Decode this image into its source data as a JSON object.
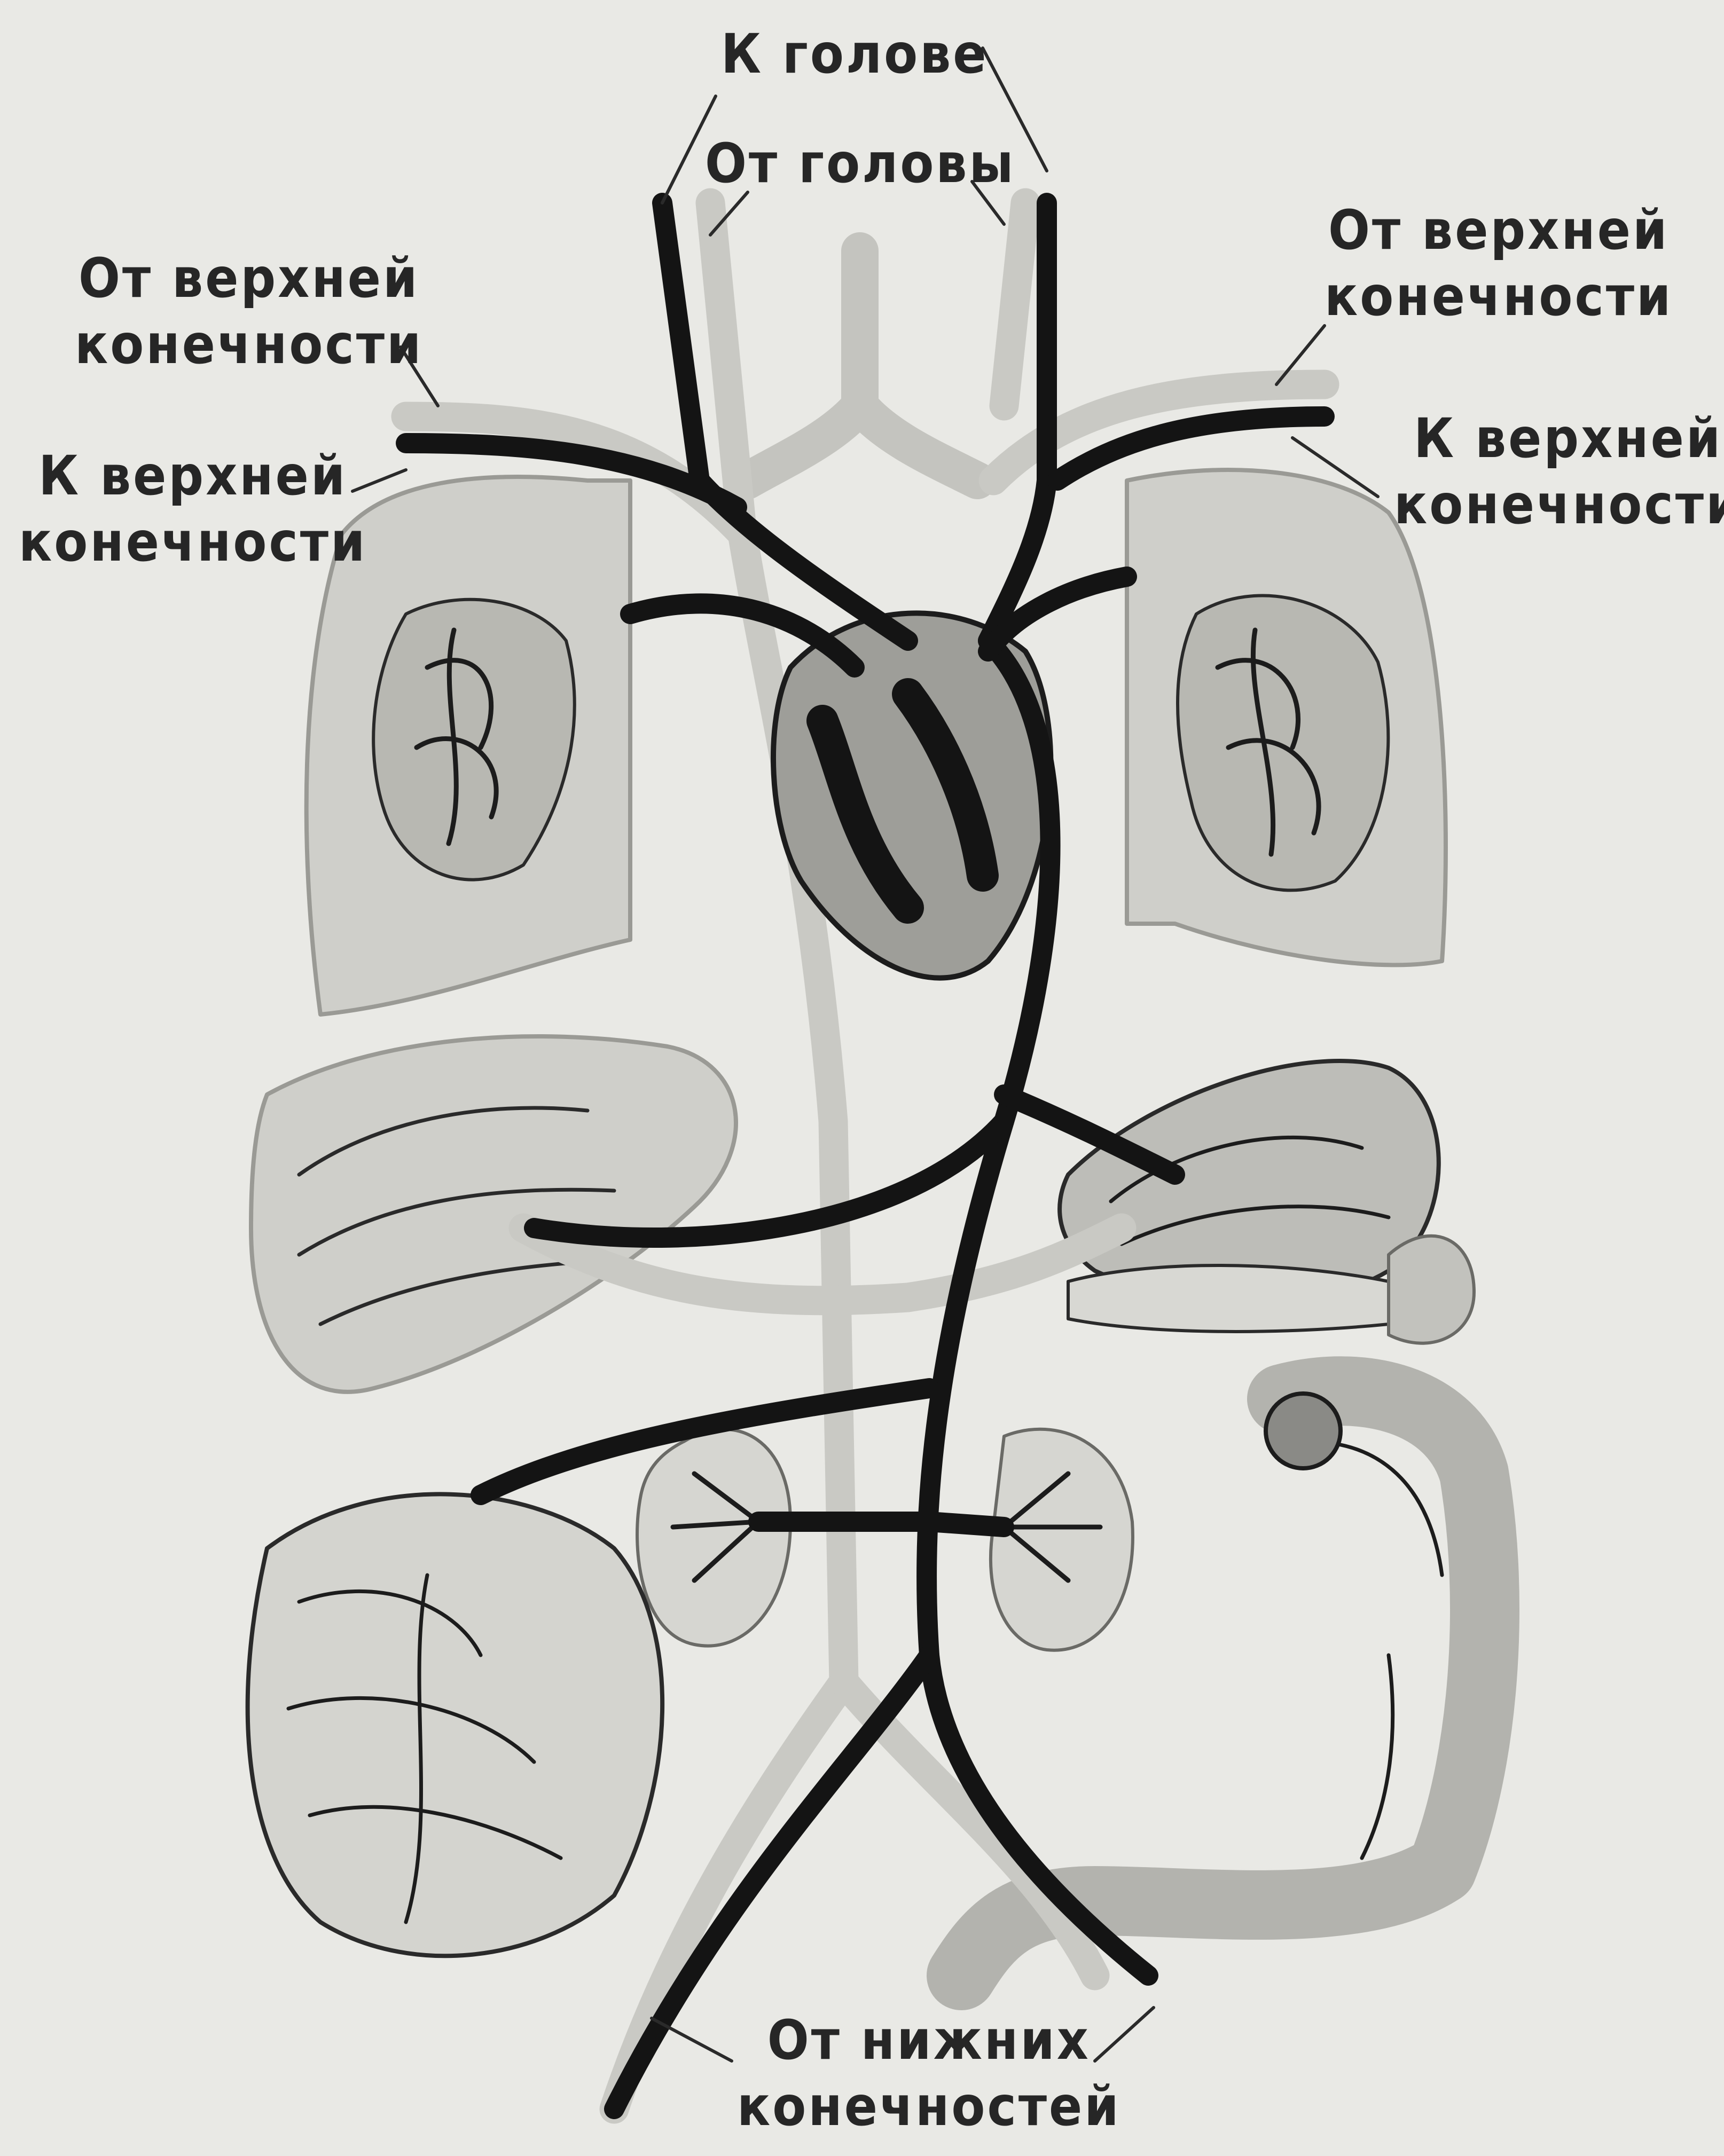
{
  "labels": {
    "to_head": "К голове",
    "from_head": "От головы",
    "from_upper_limb_left": [
      "От верхней",
      "конечности"
    ],
    "to_upper_limb_left": [
      "К верхней",
      "конечности"
    ],
    "from_upper_limb_right": [
      "От верхней",
      "конечности"
    ],
    "to_upper_limb_right": [
      "К верхней",
      "конечности"
    ],
    "from_lower_limbs": [
      "От нижних",
      "конечностей"
    ]
  },
  "colors": {
    "background": "#e9e9e5",
    "artery": "#141414",
    "vein": "#c9c9c4",
    "organ_fill": "#cfcfca",
    "text": "#262626"
  }
}
